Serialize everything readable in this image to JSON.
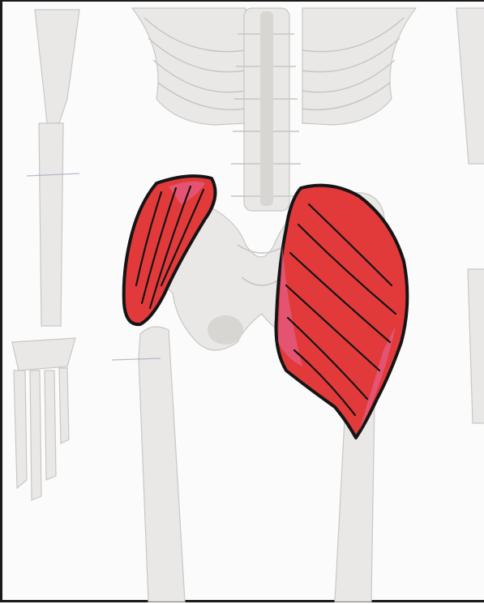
{
  "image": {
    "subject": "",
    "colors": {
      "muscle": "#e23a3a",
      "muscle_highlight": "#e56aa0",
      "outline": "#151515",
      "bone": "#e9e8e6",
      "background": "#fbfbfb"
    },
    "regions": [
      {
        "name": "rib-cage"
      },
      {
        "name": "lumbar-spine"
      },
      {
        "name": "pelvis"
      },
      {
        "name": "left-muscle-shading"
      },
      {
        "name": "right-muscle-shading"
      },
      {
        "name": "left-arm"
      },
      {
        "name": "right-arm-edge"
      },
      {
        "name": "left-femur"
      },
      {
        "name": "right-femur"
      }
    ]
  }
}
